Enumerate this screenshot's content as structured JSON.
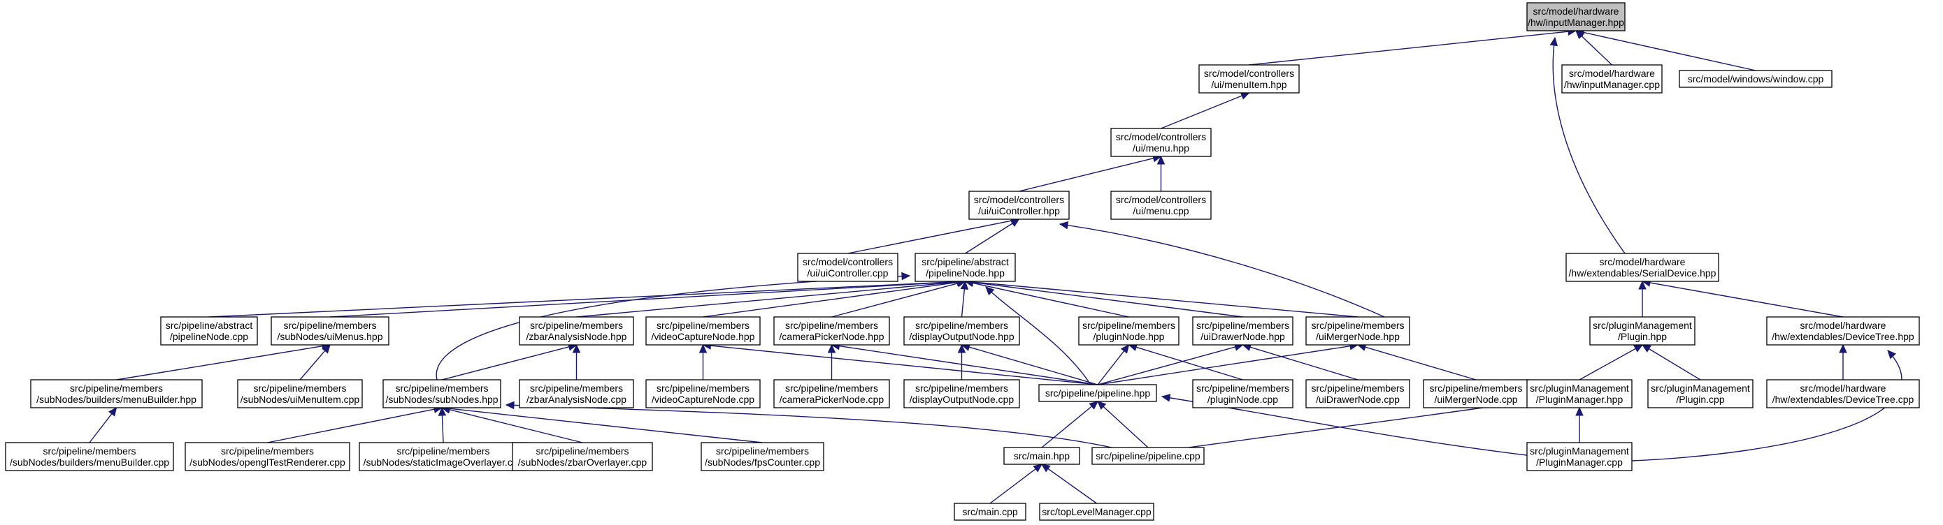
{
  "diagram": {
    "colors": {
      "edge": "#191970",
      "root_fill": "#bfbfbf",
      "node_fill": "#ffffff",
      "border": "#000000"
    },
    "nodes": [
      {
        "id": "inputManager_hpp",
        "lines": [
          "src/model/hardware",
          "/hw/inputManager.hpp"
        ],
        "root": true
      },
      {
        "id": "menuItem_hpp",
        "lines": [
          "src/model/controllers",
          "/ui/menuItem.hpp"
        ]
      },
      {
        "id": "inputManager_cpp",
        "lines": [
          "src/model/hardware",
          "/hw/inputManager.cpp"
        ]
      },
      {
        "id": "window_cpp",
        "lines": [
          "src/model/windows/window.cpp"
        ]
      },
      {
        "id": "menu_hpp",
        "lines": [
          "src/model/controllers",
          "/ui/menu.hpp"
        ]
      },
      {
        "id": "uiController_hpp",
        "lines": [
          "src/model/controllers",
          "/ui/uiController.hpp"
        ]
      },
      {
        "id": "menu_cpp",
        "lines": [
          "src/model/controllers",
          "/ui/menu.cpp"
        ]
      },
      {
        "id": "uiController_cpp",
        "lines": [
          "src/model/controllers",
          "/ui/uiController.cpp"
        ]
      },
      {
        "id": "pipelineNode_hpp",
        "lines": [
          "src/pipeline/abstract",
          "/pipelineNode.hpp"
        ]
      },
      {
        "id": "SerialDevice_hpp",
        "lines": [
          "src/model/hardware",
          "/hw/extendables/SerialDevice.hpp"
        ]
      },
      {
        "id": "pipelineNode_cpp",
        "lines": [
          "src/pipeline/abstract",
          "/pipelineNode.cpp"
        ]
      },
      {
        "id": "uiMenus_hpp",
        "lines": [
          "src/pipeline/members",
          "/subNodes/uiMenus.hpp"
        ]
      },
      {
        "id": "zbarAnalysisNode_hpp",
        "lines": [
          "src/pipeline/members",
          "/zbarAnalysisNode.hpp"
        ]
      },
      {
        "id": "videoCaptureNode_hpp",
        "lines": [
          "src/pipeline/members",
          "/videoCaptureNode.hpp"
        ]
      },
      {
        "id": "cameraPickerNode_hpp",
        "lines": [
          "src/pipeline/members",
          "/cameraPickerNode.hpp"
        ]
      },
      {
        "id": "displayOutputNode_hpp",
        "lines": [
          "src/pipeline/members",
          "/displayOutputNode.hpp"
        ]
      },
      {
        "id": "pluginNode_hpp",
        "lines": [
          "src/pipeline/members",
          "/pluginNode.hpp"
        ]
      },
      {
        "id": "uiDrawerNode_hpp",
        "lines": [
          "src/pipeline/members",
          "/uiDrawerNode.hpp"
        ]
      },
      {
        "id": "uiMergerNode_hpp",
        "lines": [
          "src/pipeline/members",
          "/uiMergerNode.hpp"
        ]
      },
      {
        "id": "Plugin_hpp",
        "lines": [
          "src/pluginManagement",
          "/Plugin.hpp"
        ]
      },
      {
        "id": "DeviceTree_hpp",
        "lines": [
          "src/model/hardware",
          "/hw/extendables/DeviceTree.hpp"
        ]
      },
      {
        "id": "menuBuilder_hpp",
        "lines": [
          "src/pipeline/members",
          "/subNodes/builders/menuBuilder.hpp"
        ]
      },
      {
        "id": "uiMenuItem_cpp",
        "lines": [
          "src/pipeline/members",
          "/subNodes/uiMenuItem.cpp"
        ]
      },
      {
        "id": "subNodes_hpp",
        "lines": [
          "src/pipeline/members",
          "/subNodes/subNodes.hpp"
        ]
      },
      {
        "id": "zbarAnalysisNode_cpp",
        "lines": [
          "src/pipeline/members",
          "/zbarAnalysisNode.cpp"
        ]
      },
      {
        "id": "videoCaptureNode_cpp",
        "lines": [
          "src/pipeline/members",
          "/videoCaptureNode.cpp"
        ]
      },
      {
        "id": "cameraPickerNode_cpp",
        "lines": [
          "src/pipeline/members",
          "/cameraPickerNode.cpp"
        ]
      },
      {
        "id": "displayOutputNode_cpp",
        "lines": [
          "src/pipeline/members",
          "/displayOutputNode.cpp"
        ]
      },
      {
        "id": "pipeline_hpp",
        "lines": [
          "src/pipeline/pipeline.hpp"
        ]
      },
      {
        "id": "pluginNode_cpp",
        "lines": [
          "src/pipeline/members",
          "/pluginNode.cpp"
        ]
      },
      {
        "id": "uiDrawerNode_cpp",
        "lines": [
          "src/pipeline/members",
          "/uiDrawerNode.cpp"
        ]
      },
      {
        "id": "uiMergerNode_cpp",
        "lines": [
          "src/pipeline/members",
          "/uiMergerNode.cpp"
        ]
      },
      {
        "id": "PluginManager_hpp",
        "lines": [
          "src/pluginManagement",
          "/PluginManager.hpp"
        ]
      },
      {
        "id": "Plugin_cpp",
        "lines": [
          "src/pluginManagement",
          "/Plugin.cpp"
        ]
      },
      {
        "id": "DeviceTree_cpp",
        "lines": [
          "src/model/hardware",
          "/hw/extendables/DeviceTree.cpp"
        ]
      },
      {
        "id": "menuBuilder_cpp",
        "lines": [
          "src/pipeline/members",
          "/subNodes/builders/menuBuilder.cpp"
        ]
      },
      {
        "id": "openglTestRenderer_cpp",
        "lines": [
          "src/pipeline/members",
          "/subNodes/openglTestRenderer.cpp"
        ]
      },
      {
        "id": "staticImageOverlayer_cpp",
        "lines": [
          "src/pipeline/members",
          "/subNodes/staticImageOverlayer.cpp"
        ]
      },
      {
        "id": "zbarOverlayer_cpp",
        "lines": [
          "src/pipeline/members",
          "/subNodes/zbarOverlayer.cpp"
        ]
      },
      {
        "id": "fpsCounter_cpp",
        "lines": [
          "src/pipeline/members",
          "/subNodes/fpsCounter.cpp"
        ]
      },
      {
        "id": "main_hpp",
        "lines": [
          "src/main.hpp"
        ]
      },
      {
        "id": "pipeline_cpp",
        "lines": [
          "src/pipeline/pipeline.cpp"
        ]
      },
      {
        "id": "PluginManager_cpp",
        "lines": [
          "src/pluginManagement",
          "/PluginManager.cpp"
        ]
      },
      {
        "id": "main_cpp",
        "lines": [
          "src/main.cpp"
        ]
      },
      {
        "id": "topLevelManager_cpp",
        "lines": [
          "src/topLevelManager.cpp"
        ]
      }
    ],
    "edges": [
      {
        "from": "menuItem_hpp",
        "to": "inputManager_hpp"
      },
      {
        "from": "inputManager_cpp",
        "to": "inputManager_hpp"
      },
      {
        "from": "window_cpp",
        "to": "inputManager_hpp"
      },
      {
        "from": "SerialDevice_hpp",
        "to": "inputManager_hpp"
      },
      {
        "from": "menu_hpp",
        "to": "menuItem_hpp"
      },
      {
        "from": "uiController_hpp",
        "to": "menu_hpp"
      },
      {
        "from": "menu_cpp",
        "to": "menu_hpp"
      },
      {
        "from": "uiController_cpp",
        "to": "uiController_hpp"
      },
      {
        "from": "pipelineNode_hpp",
        "to": "uiController_hpp"
      },
      {
        "from": "uiMergerNode_hpp",
        "to": "uiController_hpp"
      },
      {
        "from": "pipelineNode_cpp",
        "to": "pipelineNode_hpp"
      },
      {
        "from": "uiMenus_hpp",
        "to": "pipelineNode_hpp"
      },
      {
        "from": "zbarAnalysisNode_hpp",
        "to": "pipelineNode_hpp"
      },
      {
        "from": "videoCaptureNode_hpp",
        "to": "pipelineNode_hpp"
      },
      {
        "from": "cameraPickerNode_hpp",
        "to": "pipelineNode_hpp"
      },
      {
        "from": "displayOutputNode_hpp",
        "to": "pipelineNode_hpp"
      },
      {
        "from": "pluginNode_hpp",
        "to": "pipelineNode_hpp"
      },
      {
        "from": "uiDrawerNode_hpp",
        "to": "pipelineNode_hpp"
      },
      {
        "from": "uiMergerNode_hpp",
        "to": "pipelineNode_hpp"
      },
      {
        "from": "subNodes_hpp",
        "to": "pipelineNode_hpp"
      },
      {
        "from": "pipeline_hpp",
        "to": "pipelineNode_hpp"
      },
      {
        "from": "Plugin_hpp",
        "to": "SerialDevice_hpp"
      },
      {
        "from": "DeviceTree_hpp",
        "to": "SerialDevice_hpp"
      },
      {
        "from": "menuBuilder_hpp",
        "to": "uiMenus_hpp"
      },
      {
        "from": "uiMenuItem_cpp",
        "to": "uiMenus_hpp"
      },
      {
        "from": "subNodes_hpp",
        "to": "zbarAnalysisNode_hpp"
      },
      {
        "from": "zbarAnalysisNode_cpp",
        "to": "zbarAnalysisNode_hpp"
      },
      {
        "from": "videoCaptureNode_cpp",
        "to": "videoCaptureNode_hpp"
      },
      {
        "from": "pipeline_hpp",
        "to": "videoCaptureNode_hpp"
      },
      {
        "from": "cameraPickerNode_cpp",
        "to": "cameraPickerNode_hpp"
      },
      {
        "from": "pipeline_hpp",
        "to": "cameraPickerNode_hpp"
      },
      {
        "from": "displayOutputNode_cpp",
        "to": "displayOutputNode_hpp"
      },
      {
        "from": "pipeline_hpp",
        "to": "displayOutputNode_hpp"
      },
      {
        "from": "pipeline_hpp",
        "to": "pluginNode_hpp"
      },
      {
        "from": "pluginNode_cpp",
        "to": "pluginNode_hpp"
      },
      {
        "from": "pipeline_hpp",
        "to": "uiDrawerNode_hpp"
      },
      {
        "from": "uiDrawerNode_cpp",
        "to": "uiDrawerNode_hpp"
      },
      {
        "from": "pipeline_hpp",
        "to": "uiMergerNode_hpp"
      },
      {
        "from": "uiMergerNode_cpp",
        "to": "uiMergerNode_hpp"
      },
      {
        "from": "PluginManager_hpp",
        "to": "Plugin_hpp"
      },
      {
        "from": "Plugin_cpp",
        "to": "Plugin_hpp"
      },
      {
        "from": "DeviceTree_cpp",
        "to": "DeviceTree_hpp"
      },
      {
        "from": "PluginManager_cpp",
        "to": "DeviceTree_hpp"
      },
      {
        "from": "menuBuilder_cpp",
        "to": "menuBuilder_hpp"
      },
      {
        "from": "openglTestRenderer_cpp",
        "to": "subNodes_hpp"
      },
      {
        "from": "staticImageOverlayer_cpp",
        "to": "subNodes_hpp"
      },
      {
        "from": "zbarOverlayer_cpp",
        "to": "subNodes_hpp"
      },
      {
        "from": "fpsCounter_cpp",
        "to": "subNodes_hpp"
      },
      {
        "from": "pipeline_cpp",
        "to": "subNodes_hpp"
      },
      {
        "from": "main_hpp",
        "to": "pipeline_hpp"
      },
      {
        "from": "pipeline_cpp",
        "to": "pipeline_hpp"
      },
      {
        "from": "PluginManager_cpp",
        "to": "pipeline_hpp"
      },
      {
        "from": "pipeline_cpp",
        "to": "PluginManager_hpp"
      },
      {
        "from": "PluginManager_cpp",
        "to": "PluginManager_hpp"
      },
      {
        "from": "main_cpp",
        "to": "main_hpp"
      },
      {
        "from": "topLevelManager_cpp",
        "to": "main_hpp"
      }
    ]
  }
}
